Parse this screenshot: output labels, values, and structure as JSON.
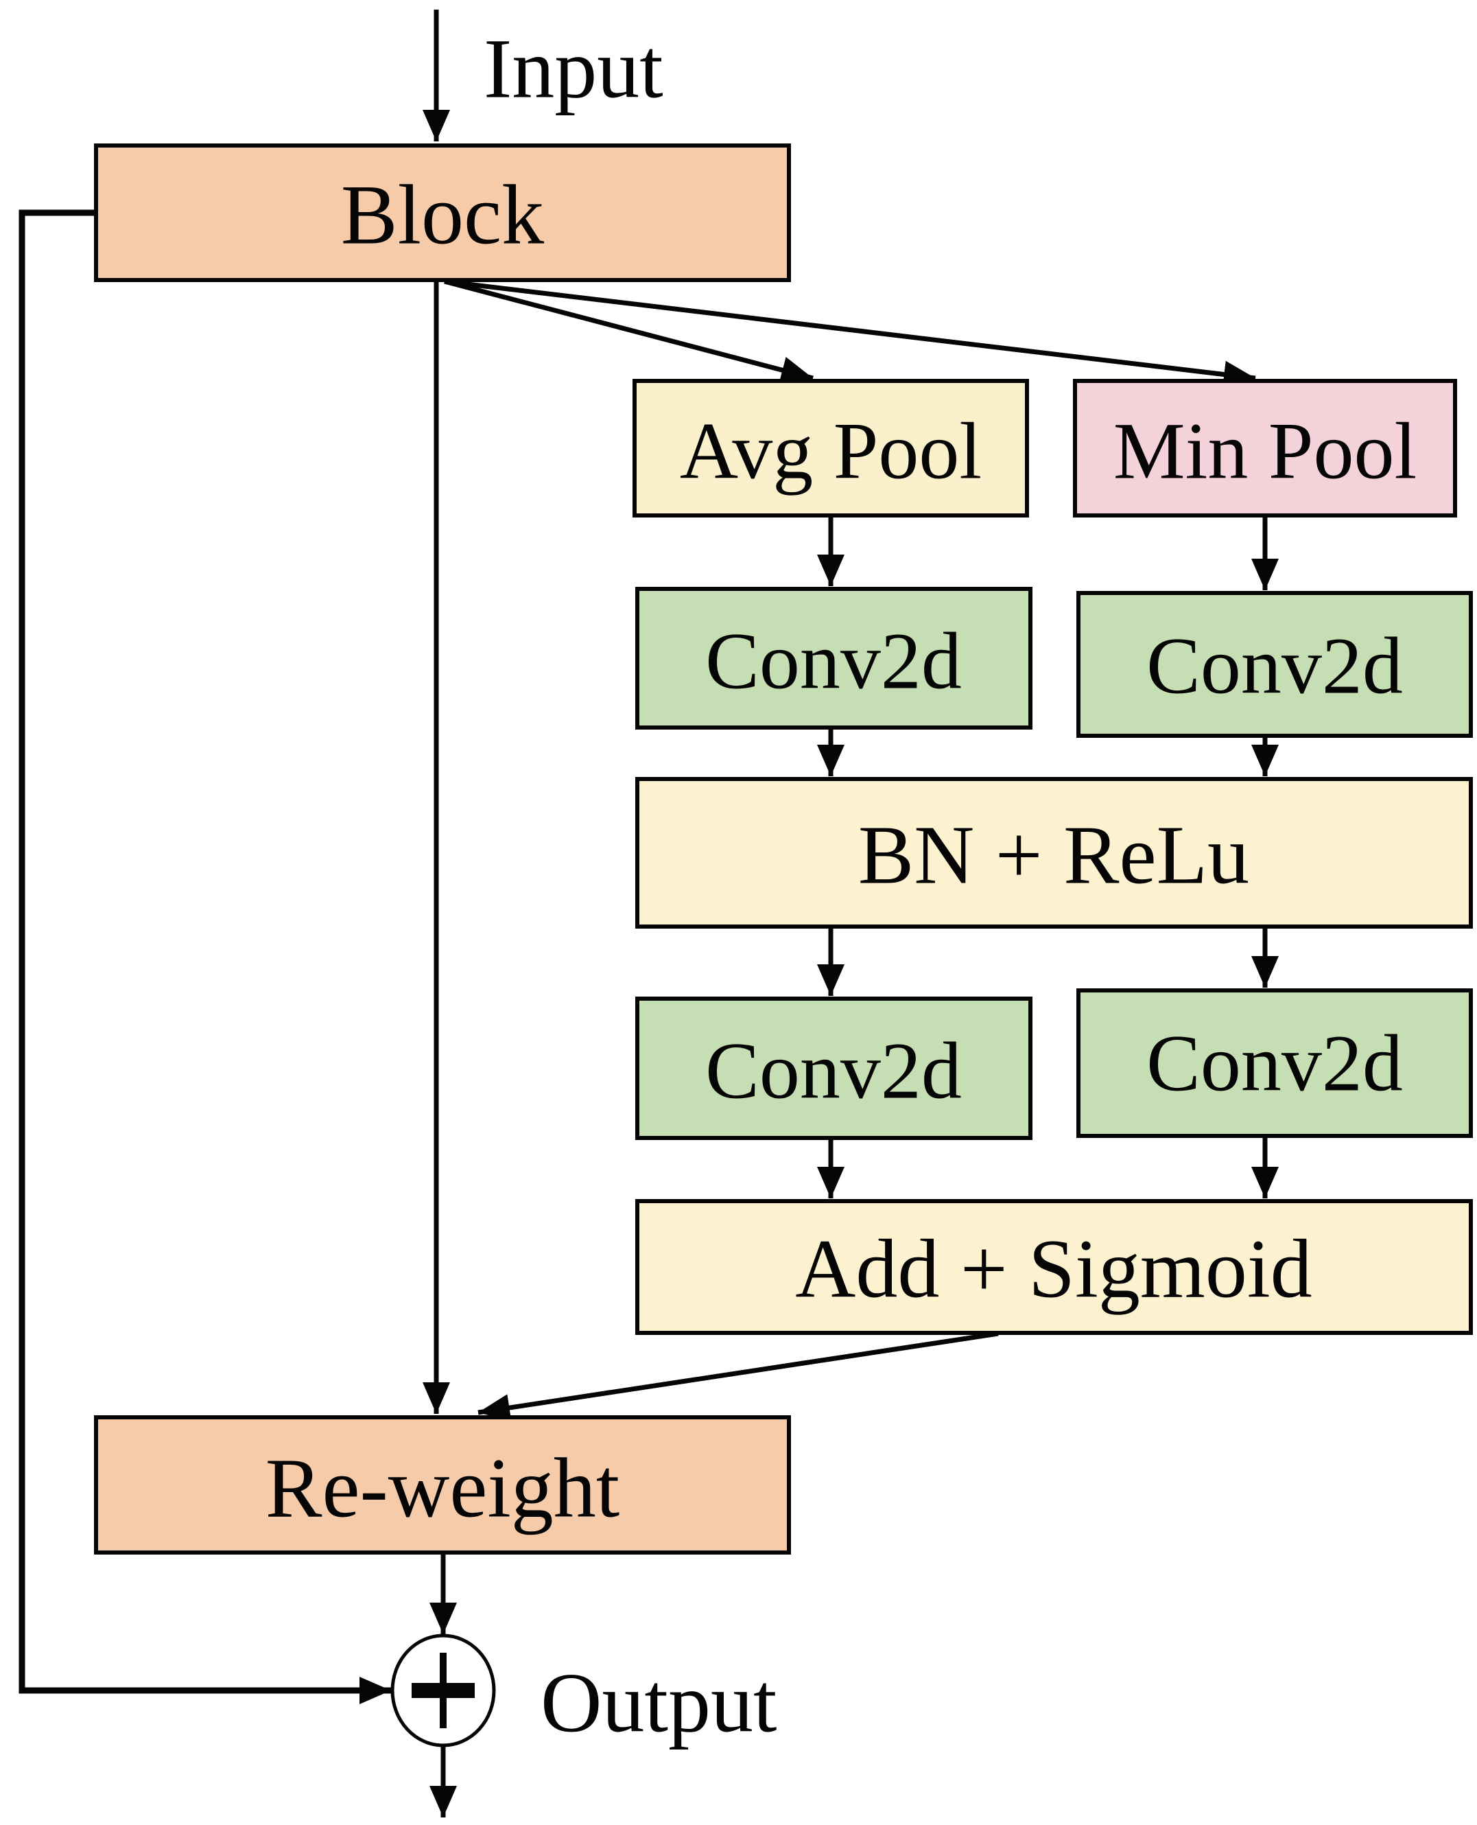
{
  "figure": {
    "input_label": "Input",
    "output_label": "Output",
    "plus_symbol": "+",
    "nodes": {
      "block": "Block",
      "avg_pool": "Avg Pool",
      "min_pool": "Min Pool",
      "conv2d_top_left": "Conv2d",
      "conv2d_top_right": "Conv2d",
      "bn_relu": "BN + ReLu",
      "conv2d_bottom_left": "Conv2d",
      "conv2d_bottom_right": "Conv2d",
      "add_sigmoid": "Add + Sigmoid",
      "reweight": "Re-weight"
    },
    "icons": {
      "add_join": "plus-icon",
      "arrowhead": "arrowhead-icon"
    },
    "colors": {
      "block": "#f6cba9",
      "reweight": "#f6cba9",
      "avg_pool": "#faf1cc",
      "min_pool": "#f4d2d9",
      "conv": "#c6deb3",
      "bn_relu": "#fdf2d0",
      "add_sigmoid": "#fdf2d0",
      "line": "#050505",
      "background": "#ffffff"
    }
  }
}
